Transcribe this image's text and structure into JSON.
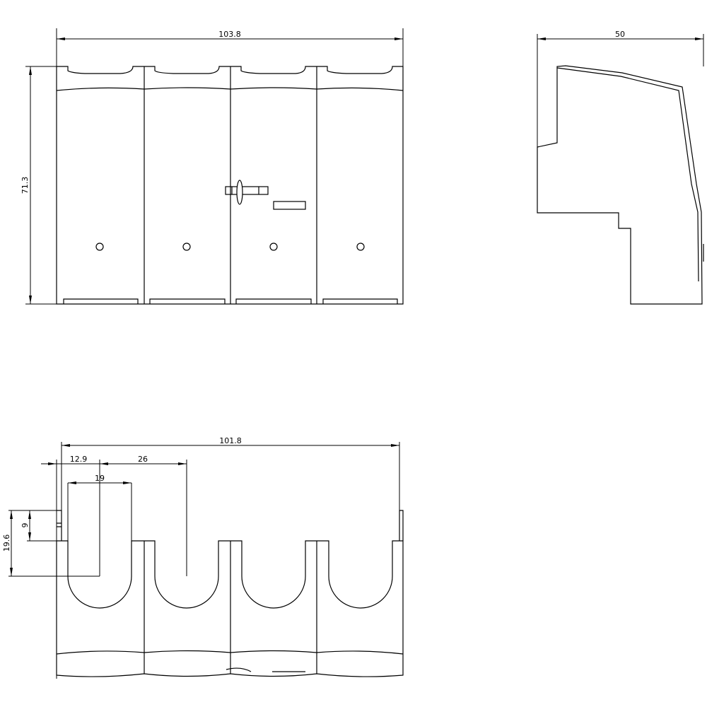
{
  "drawing": {
    "views": [
      "front-view",
      "side-view",
      "bottom-view"
    ],
    "line_color": "#000000",
    "background": "#ffffff"
  },
  "dimensions": {
    "front_width": "103.8",
    "front_height": "71.3",
    "side_depth": "50",
    "bottom_width": "101.8",
    "offset_left": "12.9",
    "pitch": "26",
    "slot_width": "19",
    "ledge_height": "9",
    "slot_depth": "19.6"
  }
}
